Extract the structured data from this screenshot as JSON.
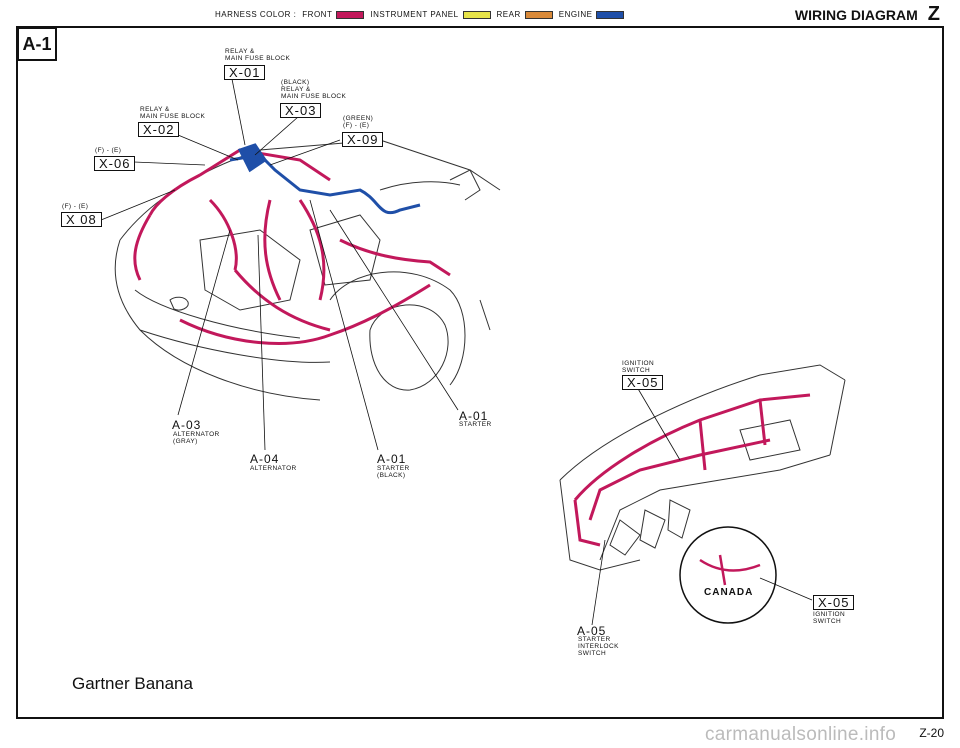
{
  "header": {
    "legend_title": "HARNESS COLOR :",
    "legend": [
      {
        "label": "FRONT",
        "color": "#c2185b"
      },
      {
        "label": "INSTRUMENT PANEL",
        "color": "#e7e44a"
      },
      {
        "label": "REAR",
        "color": "#d98a3a"
      },
      {
        "label": "ENGINE",
        "color": "#1f4fa8"
      }
    ],
    "title": "WIRING DIAGRAM",
    "section_letter": "Z"
  },
  "section_code": "A-1",
  "callouts": {
    "x01": {
      "lines": [
        "RELAY &",
        "MAIN FUSE BLOCK"
      ],
      "code": "X-01"
    },
    "x03": {
      "lines": [
        "(BLACK)",
        "RELAY &",
        "MAIN FUSE BLOCK"
      ],
      "code": "X-03"
    },
    "x02": {
      "lines": [
        "RELAY &",
        "MAIN FUSE BLOCK"
      ],
      "code": "X-02"
    },
    "x09": {
      "lines": [
        "(GREEN)",
        "(F) - (E)"
      ],
      "code": "X-09"
    },
    "x06": {
      "lines": [
        "(F) - (E)"
      ],
      "code": "X-06"
    },
    "x08": {
      "lines": [
        "(F) - (E)"
      ],
      "code": "X 08"
    },
    "a03": {
      "code": "A-03",
      "lines": [
        "ALTERNATOR",
        "(GRAY)"
      ]
    },
    "a04": {
      "code": "A-04",
      "lines": [
        "ALTERNATOR"
      ]
    },
    "a01_right": {
      "code": "A-01",
      "lines": [
        "STARTER"
      ]
    },
    "a01_bottom": {
      "code": "A-01",
      "lines": [
        "STARTER",
        "(BLACK)"
      ]
    },
    "x05_top": {
      "lines": [
        "IGNITION",
        "SWITCH"
      ],
      "code": "X-05"
    },
    "x05_bottom": {
      "code": "X-05",
      "lines": [
        "IGNITION",
        "SWITCH"
      ]
    },
    "a05": {
      "code": "A-05",
      "lines": [
        "STARTER",
        "INTERLOCK",
        "SWITCH"
      ]
    }
  },
  "canada_label": "CANADA",
  "note": "Gartner Banana",
  "page_number": "Z-20",
  "watermark": "carmanualsonline.info"
}
